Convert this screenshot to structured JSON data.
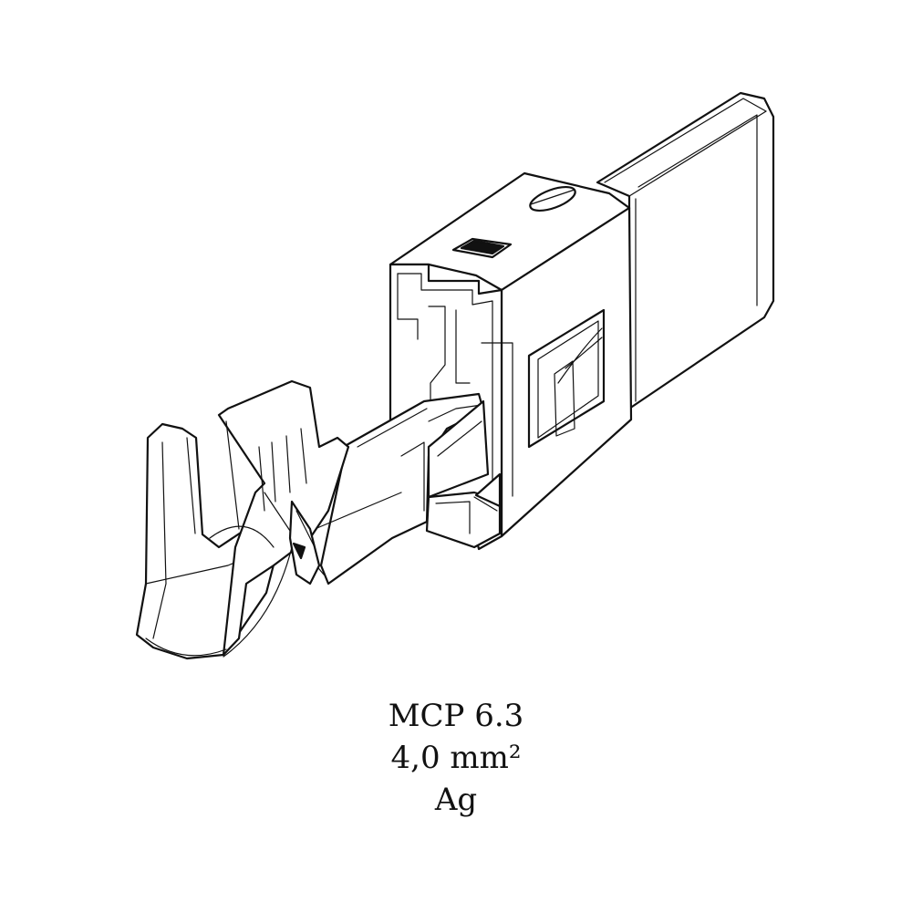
{
  "caption": {
    "lines": [
      "MCP 6.3",
      "4,0 mm²",
      "Ag"
    ]
  },
  "colors": {
    "line": "#111111",
    "background": "#ffffff"
  }
}
